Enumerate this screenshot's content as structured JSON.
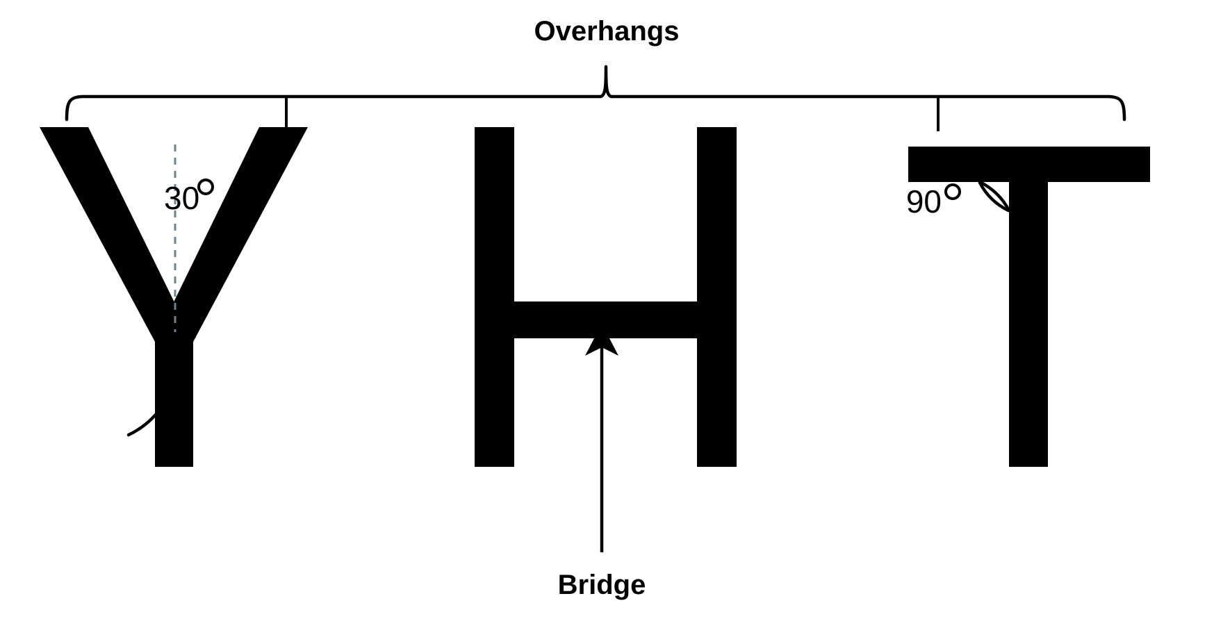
{
  "figure": {
    "background_color": "#ffffff",
    "ink_color": "#000000",
    "axis_color": "#6b8394",
    "title": "Overhangs",
    "caption": "Bridge",
    "letters": [
      {
        "name": "letter-y",
        "char": "Y"
      },
      {
        "name": "letter-h",
        "char": "H"
      },
      {
        "name": "letter-t",
        "char": "T"
      }
    ],
    "annotations": [
      {
        "name": "angle-30",
        "value": "30",
        "degree_symbol": "○",
        "label": "30°",
        "target": "Y"
      },
      {
        "name": "angle-90",
        "value": "90",
        "degree_symbol": "○",
        "label": "90°",
        "target": "T"
      }
    ],
    "brace": {
      "name": "overhangs-brace",
      "tick_labels": [
        "Y",
        "T"
      ]
    },
    "arrow": {
      "name": "bridge-arrow",
      "points_to": "H crossbar"
    }
  }
}
